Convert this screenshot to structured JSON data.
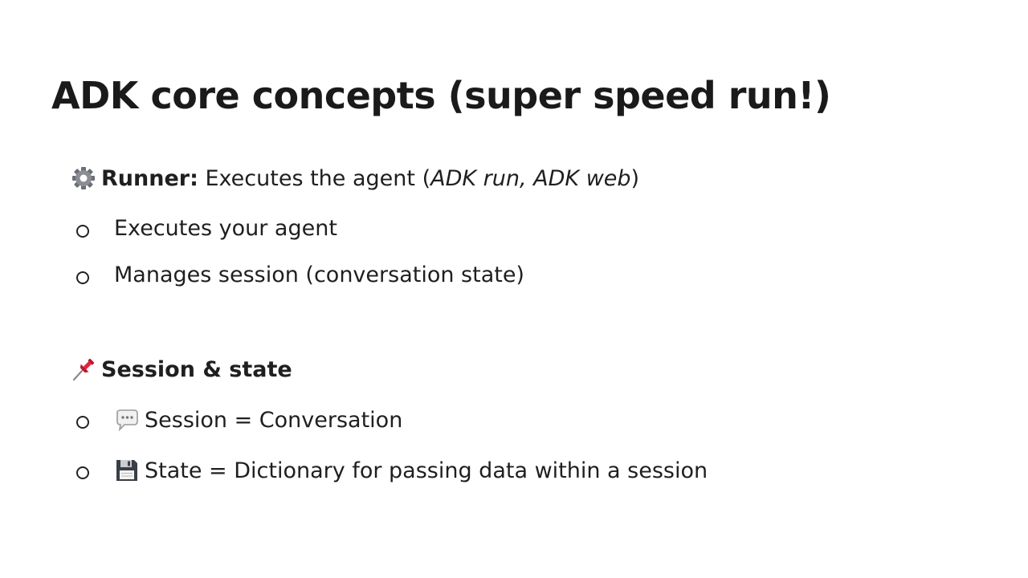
{
  "slide": {
    "title": "ADK core concepts (super speed run!)",
    "runner": {
      "icon": "gear-icon",
      "label": "Runner:",
      "text_pre": " Executes the agent (",
      "text_italic": "ADK run, ADK web",
      "text_post": ")",
      "bullets": [
        "Executes your agent",
        "Manages session (conversation state)"
      ]
    },
    "session": {
      "icon": "pushpin-icon",
      "label": "Session & state",
      "bullets": [
        {
          "icon": "speech-bubble-icon",
          "text": "Session = Conversation"
        },
        {
          "icon": "floppy-disk-icon",
          "text": "State = Dictionary for passing data within a session"
        }
      ]
    }
  }
}
